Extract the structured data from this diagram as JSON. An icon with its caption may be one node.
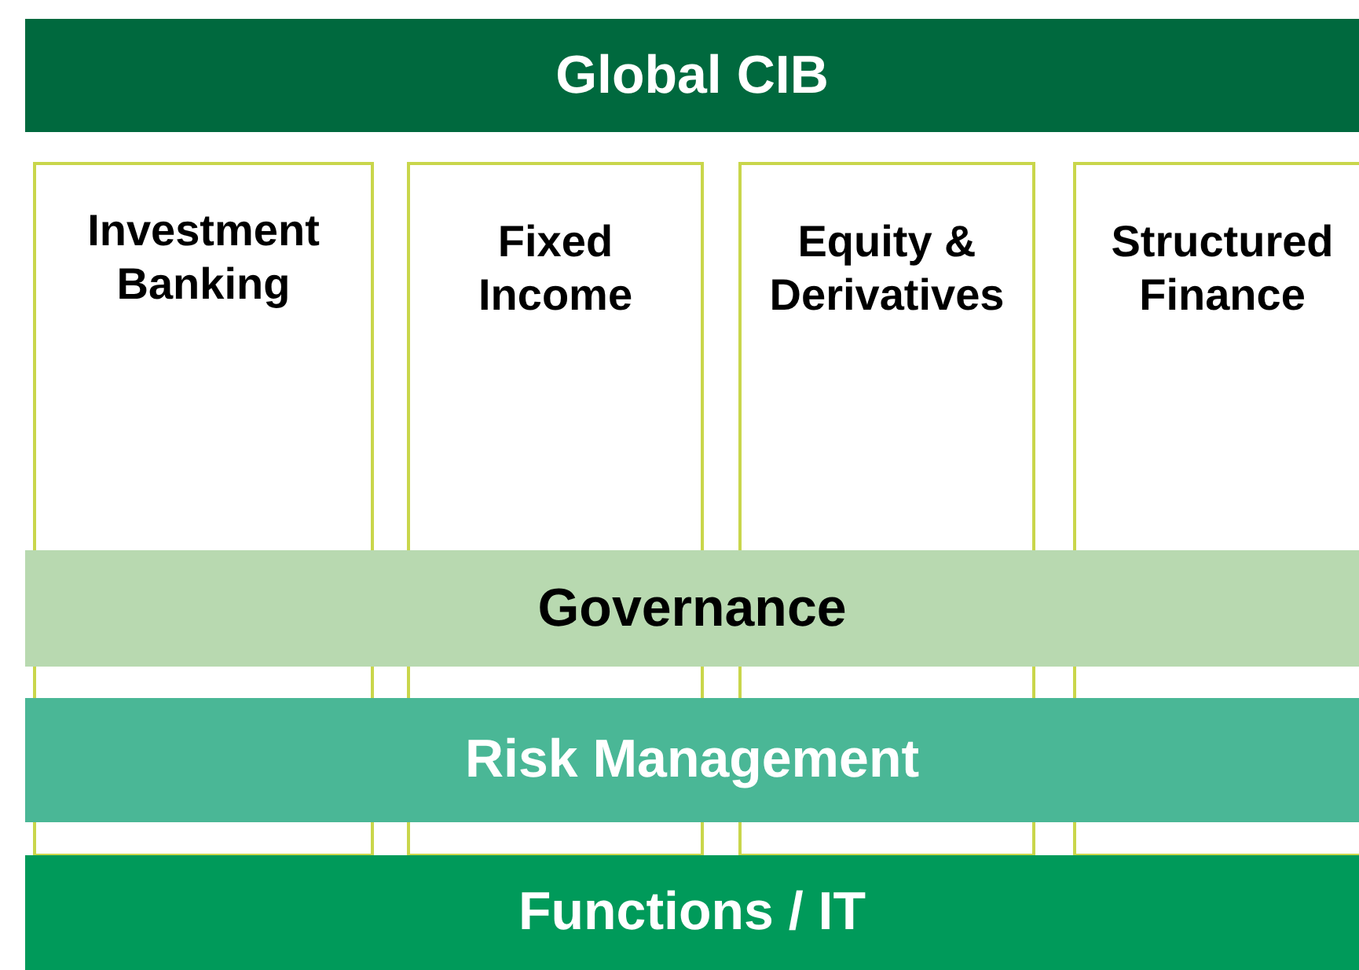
{
  "diagram": {
    "nodes": [
      {
        "text": [
          "Global CIB"
        ]
      },
      {
        "text": [
          "Investment Banking"
        ]
      },
      {
        "text": [
          "Fixed Income"
        ]
      },
      {
        "text": [
          "Equity & Derivatives"
        ]
      },
      {
        "text": [
          "Structured Finance"
        ]
      },
      {
        "text": [
          "Governance"
        ]
      },
      {
        "text": [
          "Risk Management"
        ]
      },
      {
        "text": [
          "Functions / IT"
        ]
      }
    ]
  }
}
